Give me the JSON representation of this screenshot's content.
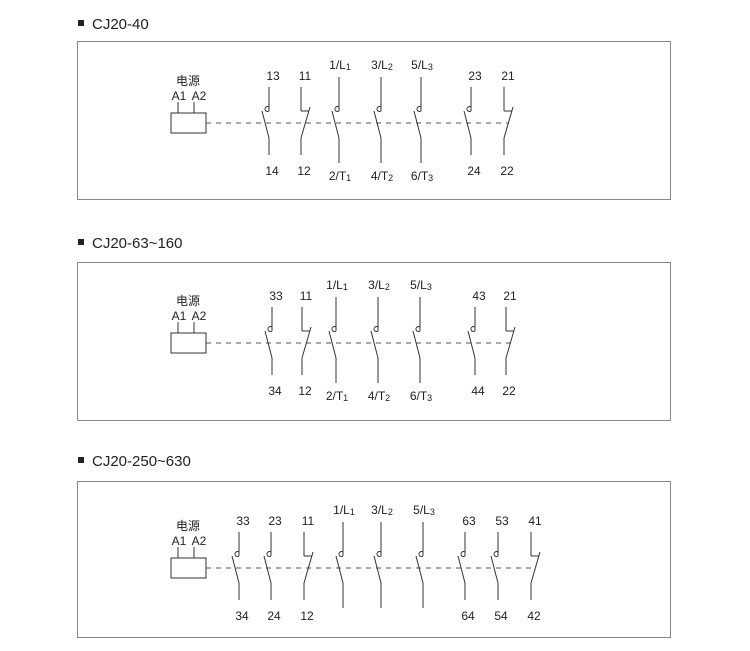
{
  "panels": [
    {
      "title": "CJ20-40",
      "coil": {
        "label": "电源",
        "a1": "A1",
        "a2": "A2"
      },
      "contacts": [
        {
          "type": "no",
          "top": "13",
          "bottom": "14"
        },
        {
          "type": "nc",
          "top": "11",
          "bottom": "12"
        },
        {
          "type": "main",
          "top": "1/L",
          "top_sub": "1",
          "bottom": "2/T",
          "bottom_sub": "1"
        },
        {
          "type": "main",
          "top": "3/L",
          "top_sub": "2",
          "bottom": "4/T",
          "bottom_sub": "2"
        },
        {
          "type": "main",
          "top": "5/L",
          "top_sub": "3",
          "bottom": "6/T",
          "bottom_sub": "3"
        },
        {
          "type": "no",
          "top": "23",
          "bottom": "24"
        },
        {
          "type": "nc",
          "top": "21",
          "bottom": "22"
        }
      ]
    },
    {
      "title": "CJ20-63~160",
      "coil": {
        "label": "电源",
        "a1": "A1",
        "a2": "A2"
      },
      "contacts": [
        {
          "type": "no",
          "top": "33",
          "bottom": "34"
        },
        {
          "type": "nc",
          "top": "11",
          "bottom": "12"
        },
        {
          "type": "main",
          "top": "1/L",
          "top_sub": "1",
          "bottom": "2/T",
          "bottom_sub": "1"
        },
        {
          "type": "main",
          "top": "3/L",
          "top_sub": "2",
          "bottom": "4/T",
          "bottom_sub": "2"
        },
        {
          "type": "main",
          "top": "5/L",
          "top_sub": "3",
          "bottom": "6/T",
          "bottom_sub": "3"
        },
        {
          "type": "no",
          "top": "43",
          "bottom": "44"
        },
        {
          "type": "nc",
          "top": "21",
          "bottom": "22"
        }
      ]
    },
    {
      "title": "CJ20-250~630",
      "coil": {
        "label": "电源",
        "a1": "A1",
        "a2": "A2"
      },
      "contacts": [
        {
          "type": "no",
          "top": "33",
          "bottom": "34"
        },
        {
          "type": "no",
          "top": "23",
          "bottom": "24"
        },
        {
          "type": "nc",
          "top": "11",
          "bottom": "12"
        },
        {
          "type": "main",
          "top": "1/L",
          "top_sub": "1",
          "bottom": "",
          "bottom_sub": ""
        },
        {
          "type": "main",
          "top": "3/L",
          "top_sub": "2",
          "bottom": "",
          "bottom_sub": ""
        },
        {
          "type": "main",
          "top": "5/L",
          "top_sub": "3",
          "bottom": "",
          "bottom_sub": ""
        },
        {
          "type": "no",
          "top": "63",
          "bottom": "64"
        },
        {
          "type": "no",
          "top": "53",
          "bottom": "54"
        },
        {
          "type": "nc",
          "top": "41",
          "bottom": "42"
        }
      ]
    }
  ]
}
